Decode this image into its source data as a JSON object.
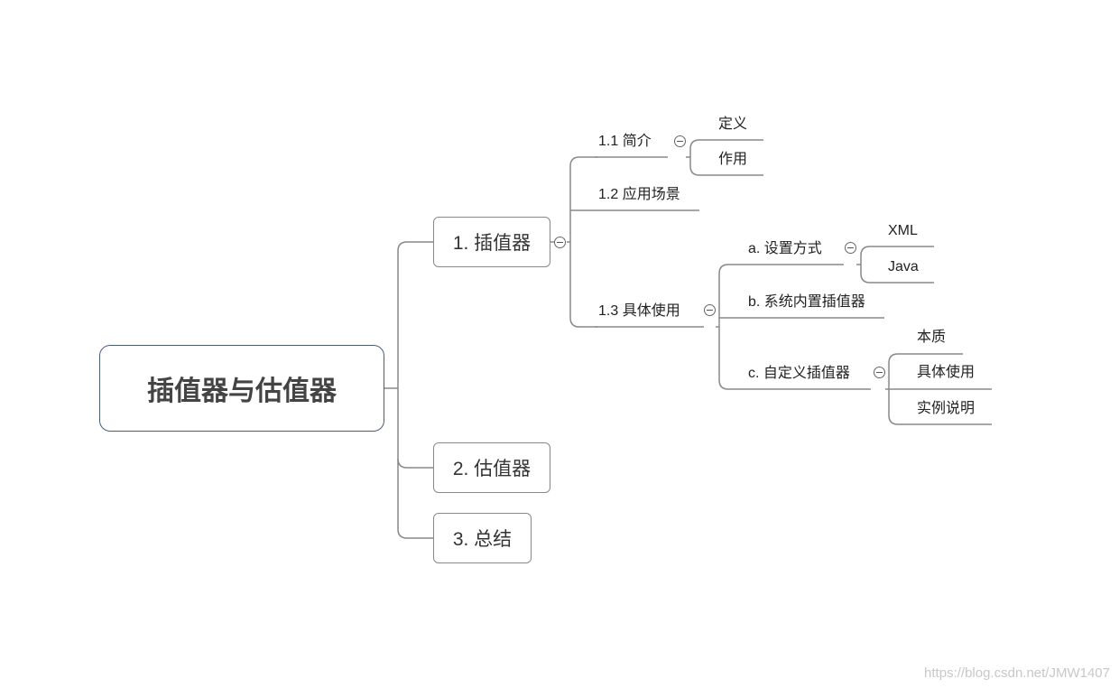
{
  "root": {
    "label": "插值器与估值器"
  },
  "branches": {
    "b1": {
      "label": "1. 插值器"
    },
    "b2": {
      "label": "2. 估值器"
    },
    "b3": {
      "label": "3. 总结"
    }
  },
  "b1_children": {
    "intro": {
      "label": "1.1 简介",
      "children": [
        "定义",
        "作用"
      ]
    },
    "scene": {
      "label": "1.2 应用场景"
    },
    "usage": {
      "label": "1.3 具体使用"
    }
  },
  "usage_children": {
    "a": {
      "label": "a. 设置方式",
      "children": [
        "XML",
        "Java"
      ]
    },
    "b": {
      "label": "b. 系统内置插值器"
    },
    "c": {
      "label": "c. 自定义插值器",
      "children": [
        "本质",
        "具体使用",
        "实例说明"
      ]
    }
  },
  "watermark": "https://blog.csdn.net/JMW1407",
  "colors": {
    "root_border": "#4a5b7a",
    "line": "#888888"
  }
}
